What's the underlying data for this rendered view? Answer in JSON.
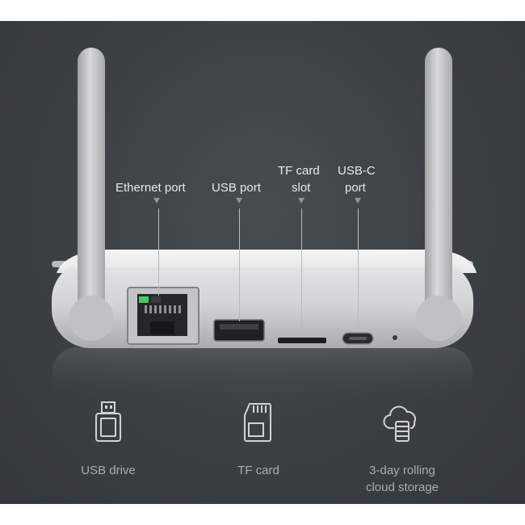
{
  "port_labels": {
    "ethernet": "Ethernet port",
    "usb": "USB port",
    "tf_line1": "TF card",
    "tf_line2": "slot",
    "usbc_line1": "USB-C",
    "usbc_line2": "port"
  },
  "features": [
    {
      "label": "USB drive",
      "icon": "usb-drive-icon"
    },
    {
      "label": "TF card",
      "icon": "tf-card-icon"
    },
    {
      "label_line1": "3-day rolling",
      "label_line2": "cloud storage",
      "icon": "cloud-storage-icon"
    }
  ],
  "colors": {
    "background": "#3b4045",
    "device_body": "#d9dadb",
    "port_highlight": "#3ed05e",
    "label_text": "#e6e8ea",
    "feature_text": "#a7acb0"
  }
}
